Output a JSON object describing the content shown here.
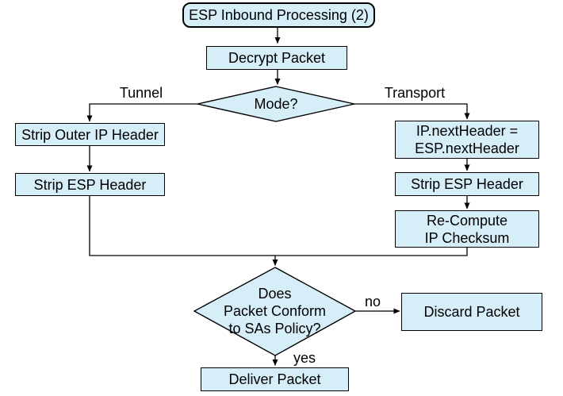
{
  "diagram": {
    "title": "ESP Inbound Processing (2)",
    "colors": {
      "node_fill": "#d6eef8",
      "node_border": "#000000",
      "background": "#ffffff",
      "text": "#000000"
    },
    "nodes": {
      "start": {
        "label": "ESP Inbound Processing (2)",
        "type": "terminator"
      },
      "decrypt": {
        "label": "Decrypt Packet",
        "type": "process"
      },
      "mode": {
        "label": "Mode?",
        "type": "decision"
      },
      "strip_outer_ip": {
        "label": "Strip Outer IP Header",
        "type": "process"
      },
      "strip_esp_tunnel": {
        "label": "Strip ESP Header",
        "type": "process"
      },
      "ip_next_header": {
        "lines": [
          "IP.nextHeader =",
          "ESP.nextHeader"
        ],
        "type": "process"
      },
      "strip_esp_transport": {
        "label": "Strip ESP Header",
        "type": "process"
      },
      "recompute_checksum": {
        "lines": [
          "Re-Compute",
          "IP Checksum"
        ],
        "type": "process"
      },
      "policy": {
        "lines": [
          "Does",
          "Packet Conform",
          "to SAs Policy?"
        ],
        "type": "decision"
      },
      "discard": {
        "label": "Discard Packet",
        "type": "process"
      },
      "deliver": {
        "label": "Deliver Packet",
        "type": "process"
      }
    },
    "edge_labels": {
      "tunnel": "Tunnel",
      "transport": "Transport",
      "no": "no",
      "yes": "yes"
    }
  }
}
